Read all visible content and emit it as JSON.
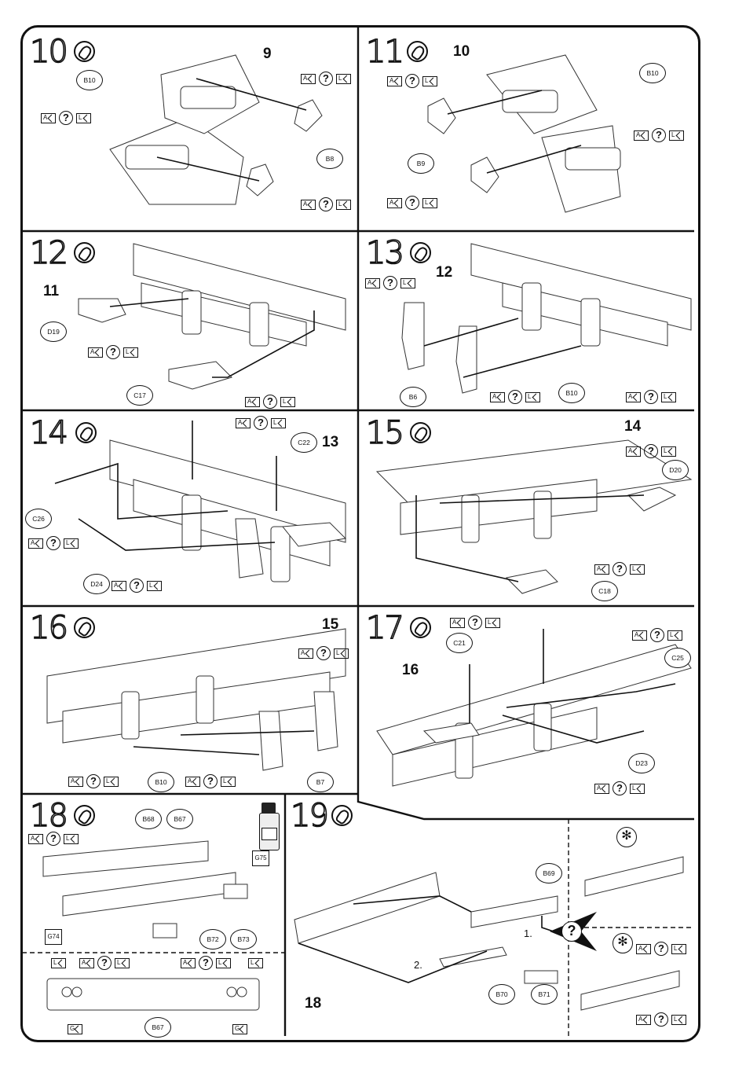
{
  "steps": [
    {
      "number": "10",
      "result_label": "9",
      "callouts": [
        "B10",
        "B8"
      ]
    },
    {
      "number": "11",
      "result_label": "10",
      "callouts": [
        "B10",
        "B9"
      ]
    },
    {
      "number": "12",
      "result_label": "11",
      "callouts": [
        "D19",
        "C17"
      ]
    },
    {
      "number": "13",
      "result_label": "12",
      "callouts": [
        "B6",
        "B10"
      ]
    },
    {
      "number": "14",
      "result_label": "13",
      "callouts": [
        "C22",
        "C26",
        "D24"
      ]
    },
    {
      "number": "15",
      "result_label": "14",
      "callouts": [
        "D20",
        "C18"
      ]
    },
    {
      "number": "16",
      "result_label": "15",
      "callouts": [
        "B10",
        "B7"
      ]
    },
    {
      "number": "17",
      "result_label": "16",
      "callouts": [
        "C21",
        "C25",
        "D23"
      ]
    },
    {
      "number": "18",
      "result_label": "",
      "callouts": [
        "B68",
        "B67",
        "G75",
        "G74",
        "B72",
        "B73",
        "B67"
      ]
    },
    {
      "number": "19",
      "result_label": "18",
      "callouts": [
        "B69",
        "B70",
        "B71"
      ]
    }
  ],
  "step19_options": {
    "option1": "1.",
    "option2": "2."
  },
  "icons": {
    "tag_a": "A",
    "tag_l": "L",
    "question": "?",
    "glue_icon": "glue-tube-icon",
    "sparkle": "✻",
    "tag_g": "G"
  }
}
